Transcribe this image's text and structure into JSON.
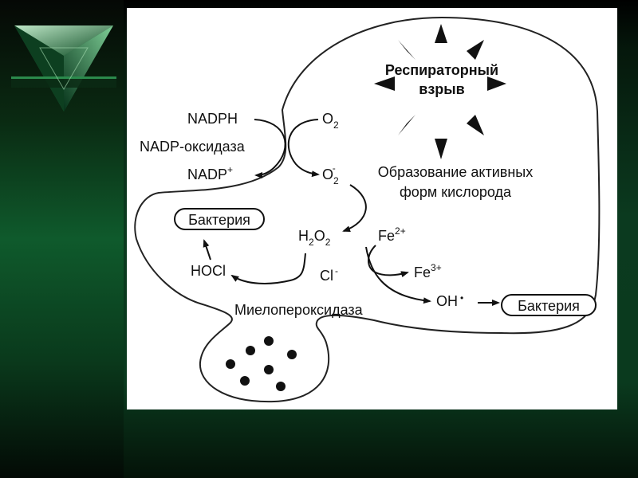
{
  "diagram": {
    "burst_title_line1": "Респираторный",
    "burst_title_line2": "взрыв",
    "ros_line1": "Образование активных",
    "ros_line2": "форм кислорода",
    "nadph": "NADPH",
    "nadp_oxidase": "NADP-оксидаза",
    "nadp_plus": "NADP",
    "nadp_plus_sup": "+",
    "o2": "O",
    "o2_sub": "2",
    "superoxide": "O",
    "superoxide_sub": "2",
    "superoxide_sup": "-",
    "h2o2_h": "H",
    "h2o2_sub1": "2",
    "h2o2_o": "O",
    "h2o2_sub2": "2",
    "fe2": "Fe",
    "fe2_sup": "2+",
    "fe3": "Fe",
    "fe3_sup": "3+",
    "chloride": "Cl",
    "chloride_sup": "-",
    "hocl": "HOCl",
    "hydroxyl": "OH",
    "hydroxyl_dot": "•",
    "bacterium_left": "Бактерия",
    "bacterium_right": "Бактерия",
    "myeloperoxidase": "Миелопероксидаза"
  },
  "colors": {
    "panel_bg": "#ffffff",
    "ink": "#111111",
    "slide_bg": "#0b3a1f"
  },
  "icons": [
    "pyramid-logo-icon",
    "burst-ray-icon",
    "granule-dot-icon"
  ]
}
